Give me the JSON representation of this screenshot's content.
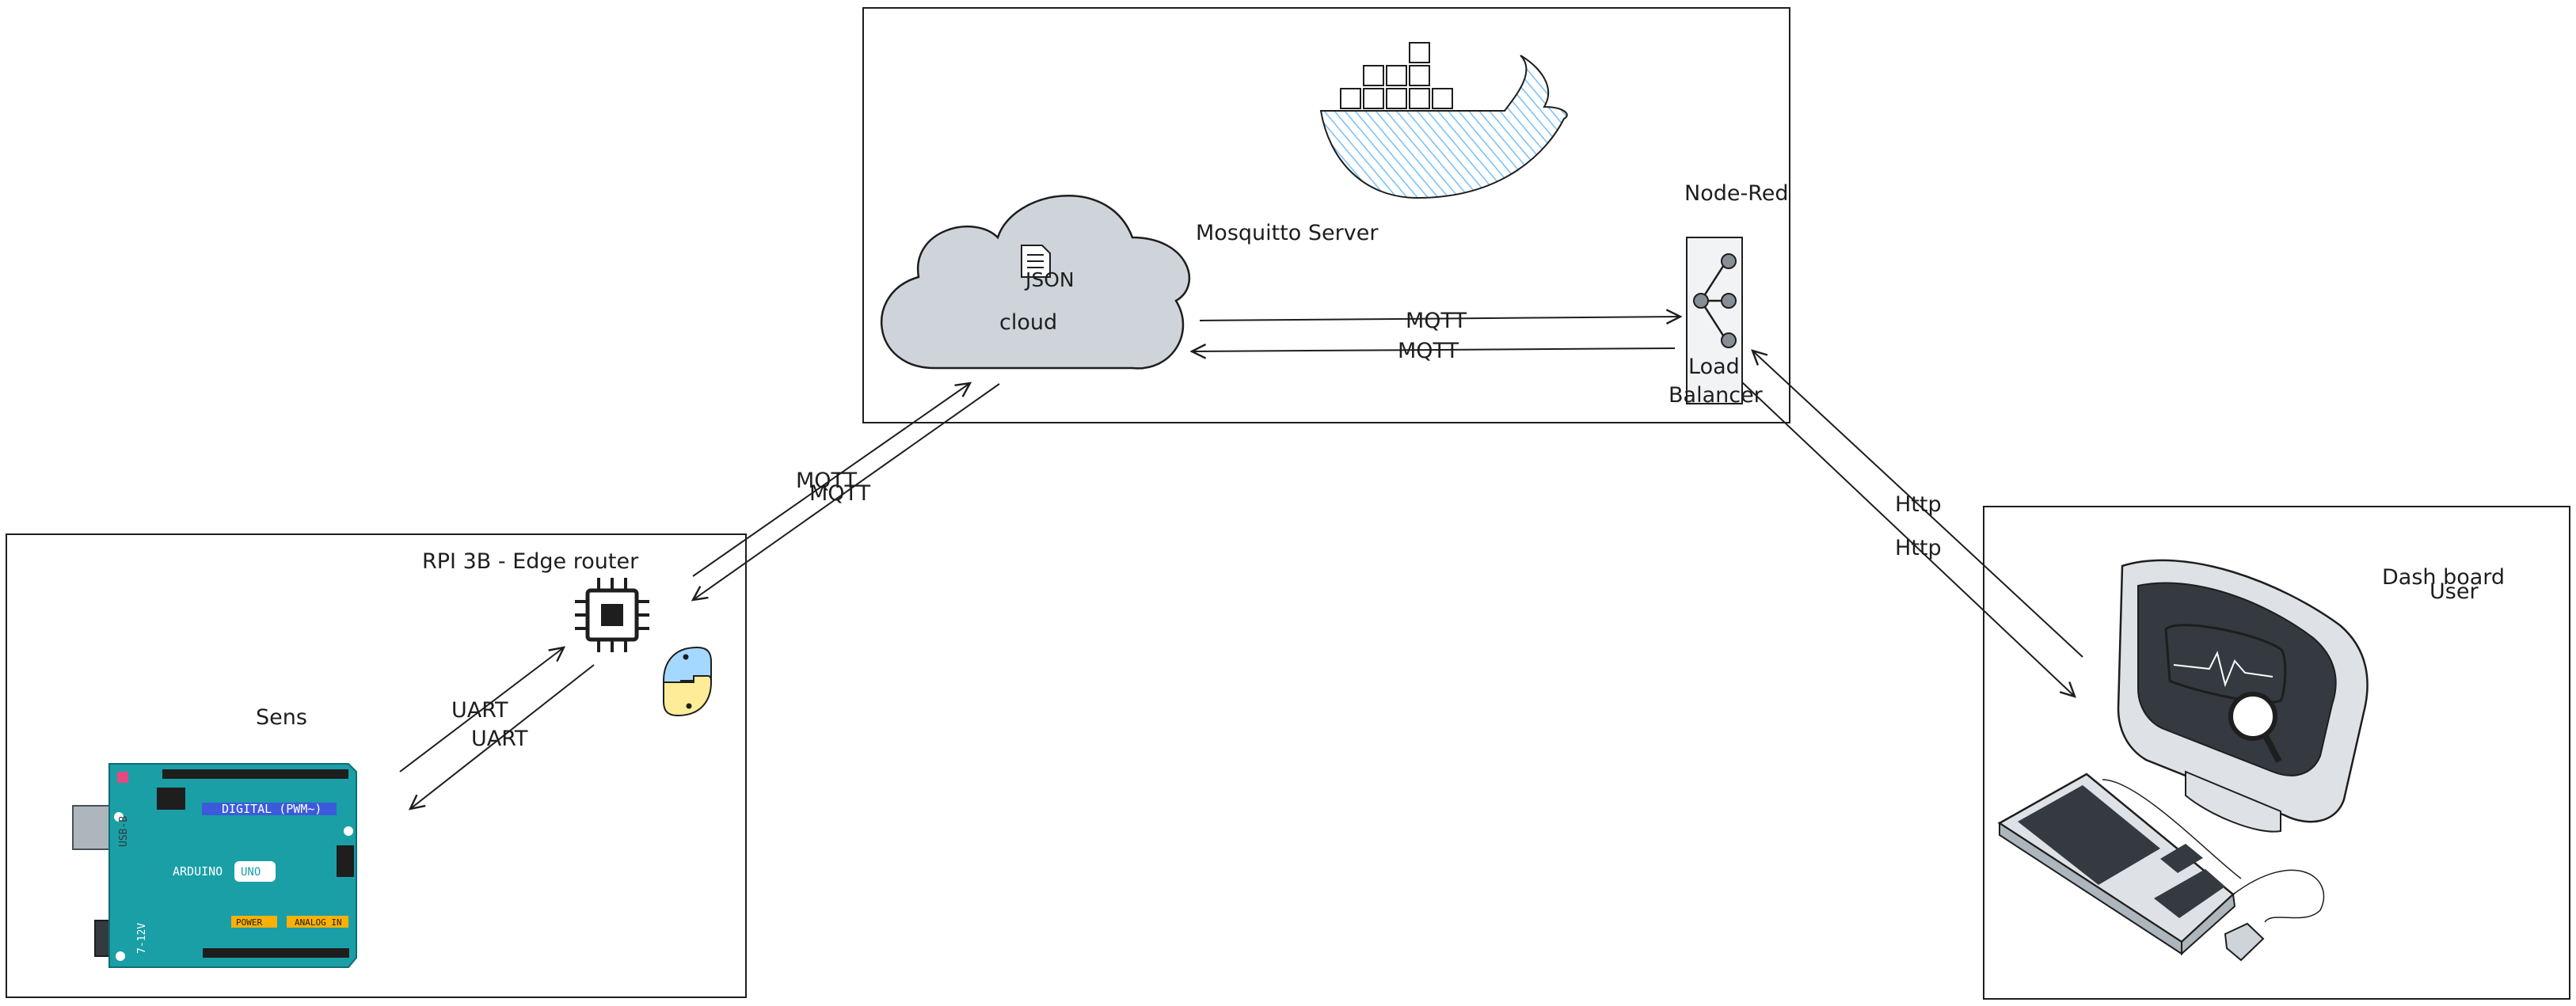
{
  "diagram": {
    "cloud_server": {
      "cloud_label": "cloud",
      "json_label": "JSON",
      "server_label": "Mosquitto Server",
      "node_red_label": "Node-Red",
      "load_balancer_label_1": "Load",
      "load_balancer_label_2": "Balancer"
    },
    "edge": {
      "router_label": "RPI 3B - Edge router",
      "sensor_label": "Sens",
      "arduino": {
        "brand": "ARDUINO",
        "model": "UNO",
        "digital": "DIGITAL (PWM~)",
        "power": "POWER",
        "analog": "ANALOG IN",
        "usb": "USB-B",
        "dc": "7-12V"
      }
    },
    "dashboard": {
      "label_line_1": "Dash board",
      "label_line_2": "User"
    },
    "links": {
      "mqtt_cloud_to_lb": "MQTT",
      "mqtt_lb_to_cloud": "MQTT",
      "mqtt_edge_up": "MQTT",
      "mqtt_edge_down": "MQTT",
      "uart_up": "UART",
      "uart_down": "UART",
      "http_up": "Http",
      "http_down": "Http"
    },
    "colors": {
      "stroke": "#1e1e1e",
      "cloud_fill": "#ced4da",
      "docker_blue": "#a5d8ff",
      "arduino_teal": "#1a9fa6",
      "python_blue": "#a5d8ff",
      "python_yellow": "#ffec99",
      "monitor_dark": "#343a40",
      "monitor_light": "#dee2e6"
    }
  }
}
